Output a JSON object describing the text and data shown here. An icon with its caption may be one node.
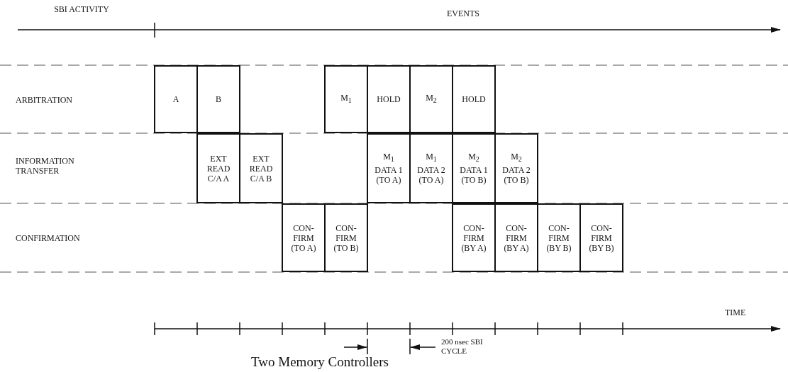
{
  "diagram": {
    "caption": "Two Memory Controllers",
    "nodes": [
      {
        "text": [
          "A"
        ]
      },
      {
        "text": [
          "B"
        ]
      },
      {
        "text": [
          "M$_{1}$"
        ]
      },
      {
        "text": [
          "HOLD"
        ]
      },
      {
        "text": [
          "M$_{2}$"
        ]
      },
      {
        "text": [
          "HOLD"
        ]
      },
      {
        "text": [
          "EXT READ C/A A"
        ]
      },
      {
        "text": [
          "EXT READ C/A B"
        ]
      },
      {
        "text": [
          "M$_{1}$ DATA 1 (TO A)"
        ]
      },
      {
        "text": [
          "M$_{1}$ DATA 2 (TO A)"
        ]
      },
      {
        "text": [
          "M$_{2}$ DATA 1 (TO B)"
        ]
      },
      {
        "text": [
          "M$_{2}$ DATA 2 (TO B)"
        ]
      },
      {
        "text": [
          "CON- FIRM (TO A)"
        ]
      },
      {
        "text": [
          "CON- FIRM (TO B)"
        ]
      },
      {
        "text": [
          "CON- FIRM (BY A)"
        ]
      },
      {
        "text": [
          "CON- FIRM (BY A)"
        ]
      },
      {
        "text": [
          "CON- FIRM (BY B)"
        ]
      },
      {
        "text": [
          "CON- FIRM (BY B)"
        ]
      }
    ],
    "labels": [
      "SBI ACTIVITY",
      "EVENTS",
      "ARBITRATION",
      "INFORMATION TRANSFER",
      "CONFIRMATION",
      "TIME",
      "200 nsec SBI CYCLE"
    ]
  }
}
